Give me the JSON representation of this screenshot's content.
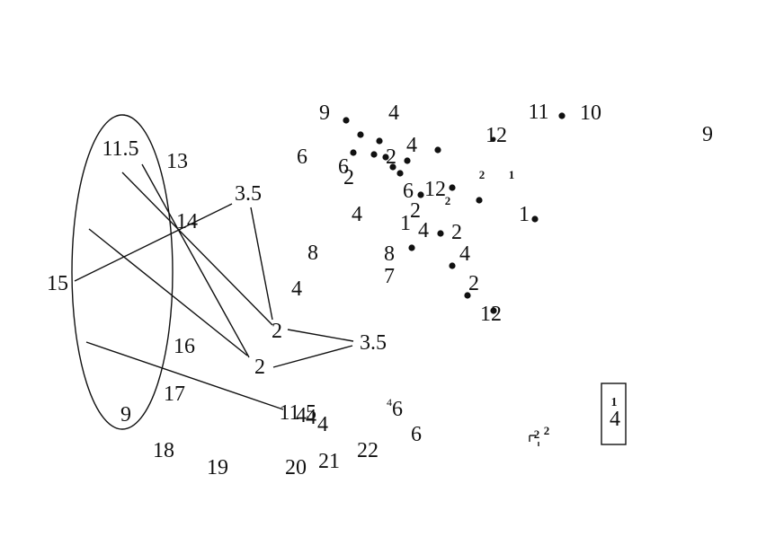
{
  "labels": {
    "l_9_top": "9",
    "l_4_top": "4",
    "l_11_top": "11",
    "l_10_top": "10",
    "l_9_right": "9",
    "l_11_5": "11.5",
    "l_13": "13",
    "l_6_a": "6",
    "l_12_top": "12",
    "l_4_b": "4",
    "l_6_b": "6",
    "l_2_a": "2",
    "l_2_b": "2",
    "l_2_small_a": "2",
    "l_1_small_a": "1",
    "l_3_5_top": "3.5",
    "l_6_c": "6",
    "l_12_mid": "12",
    "l_2_small_b": "2",
    "l_2_c": "2",
    "l_14": "14",
    "l_4_c": "4",
    "l_1_b": "1",
    "l_4_d": "4",
    "l_2_d": "2",
    "l_1_c": "1",
    "l_8_a": "8",
    "l_8_b": "8",
    "l_4_e": "4",
    "l_15": "15",
    "l_7": "7",
    "l_4_f": "4",
    "l_2_e": "2",
    "l_12_low": "12",
    "l_2_f": "2",
    "l_3_5_mid": "3.5",
    "l_16": "16",
    "l_2_g": "2",
    "l_17": "17",
    "l_9_left": "9",
    "l_11_low": "11",
    "l_4_g": "4",
    "l_5": "5",
    "l_4_h": "4",
    "l_4_i": "4",
    "l_4_small": "4",
    "l_6_d": "6",
    "l_6_e": "6",
    "l_18": "18",
    "l_19": "19",
    "l_20": "20",
    "l_21": "21",
    "l_22": "22",
    "l_2_small_c": "2",
    "l_2_small_d": "2",
    "l_1_box": "1",
    "l_4_box": "4"
  }
}
